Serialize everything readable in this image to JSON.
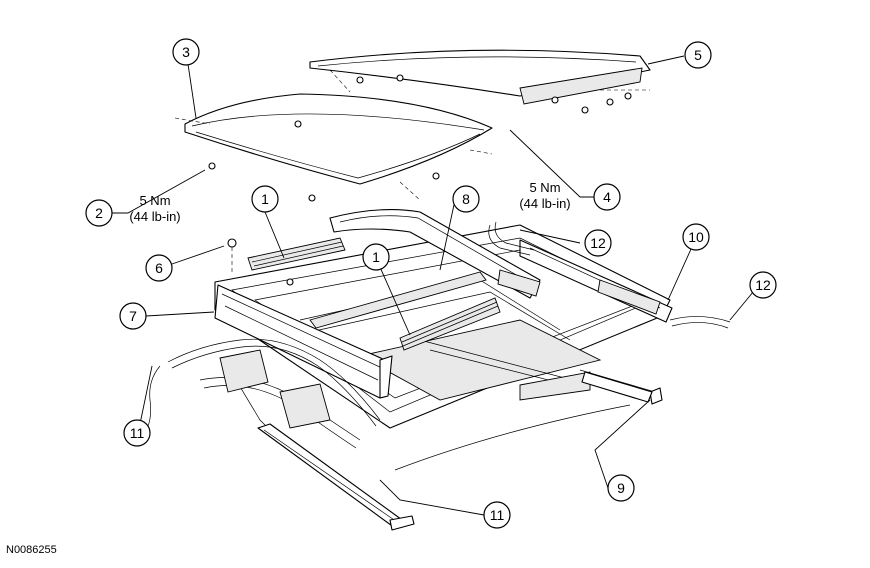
{
  "callouts": {
    "c1a": "1",
    "c1b": "1",
    "c2": "2",
    "c3": "3",
    "c4": "4",
    "c5": "5",
    "c6": "6",
    "c7": "7",
    "c8": "8",
    "c9": "9",
    "c10": "10",
    "c11a": "11",
    "c11b": "11",
    "c12a": "12",
    "c12b": "12"
  },
  "torque_left": {
    "value": "5 Nm",
    "alt": "(44 lb-in)"
  },
  "torque_right": {
    "value": "5 Nm",
    "alt": "(44 lb-in)"
  },
  "figure_id": "N0086255"
}
